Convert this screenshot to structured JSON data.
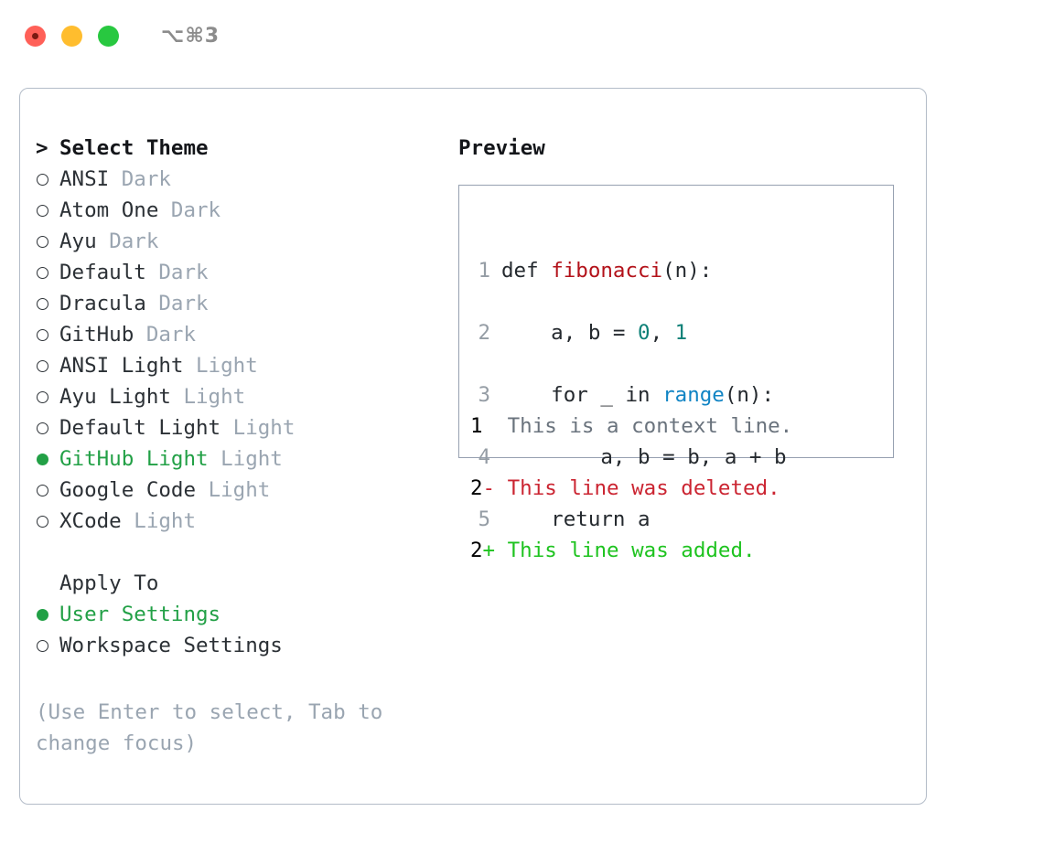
{
  "window": {
    "title": "⌥⌘3",
    "traffic_lights": [
      "close-red",
      "minimize-yellow",
      "zoom-green"
    ],
    "accent_green": "#22a046",
    "border_color": "#b3bcc8"
  },
  "theme_list": {
    "header": "Select Theme",
    "header_prefix": ">",
    "items": [
      {
        "name": "ANSI",
        "variant": "Dark",
        "selected": false
      },
      {
        "name": "Atom One",
        "variant": "Dark",
        "selected": false
      },
      {
        "name": "Ayu",
        "variant": "Dark",
        "selected": false
      },
      {
        "name": "Default",
        "variant": "Dark",
        "selected": false
      },
      {
        "name": "Dracula",
        "variant": "Dark",
        "selected": false
      },
      {
        "name": "GitHub",
        "variant": "Dark",
        "selected": false
      },
      {
        "name": "ANSI Light",
        "variant": "Light",
        "selected": false
      },
      {
        "name": "Ayu Light",
        "variant": "Light",
        "selected": false
      },
      {
        "name": "Default Light",
        "variant": "Light",
        "selected": false
      },
      {
        "name": "GitHub Light",
        "variant": "Light",
        "selected": true
      },
      {
        "name": "Google Code",
        "variant": "Light",
        "selected": false
      },
      {
        "name": "XCode",
        "variant": "Light",
        "selected": false
      }
    ]
  },
  "apply_to": {
    "header": "Apply To",
    "items": [
      {
        "name": "User Settings",
        "selected": true
      },
      {
        "name": "Workspace Settings",
        "selected": false
      }
    ]
  },
  "hint": "(Use Enter to select, Tab to change focus)",
  "preview": {
    "title": "Preview",
    "code_lines": [
      {
        "num": "1",
        "tokens": [
          {
            "t": "def ",
            "k": "plain"
          },
          {
            "t": "fibonacci",
            "k": "func"
          },
          {
            "t": "(n):",
            "k": "plain"
          }
        ]
      },
      {
        "num": "2",
        "tokens": [
          {
            "t": "    a, b = ",
            "k": "plain"
          },
          {
            "t": "0",
            "k": "num"
          },
          {
            "t": ", ",
            "k": "plain"
          },
          {
            "t": "1",
            "k": "num"
          }
        ]
      },
      {
        "num": "3",
        "tokens": [
          {
            "t": "    for _ in ",
            "k": "plain"
          },
          {
            "t": "range",
            "k": "call"
          },
          {
            "t": "(n):",
            "k": "plain"
          }
        ]
      },
      {
        "num": "4",
        "tokens": [
          {
            "t": "        a, b = b, a + b",
            "k": "plain"
          }
        ]
      },
      {
        "num": "5",
        "tokens": [
          {
            "t": "    return a",
            "k": "plain"
          }
        ]
      }
    ],
    "diff_lines": [
      {
        "num": "1",
        "marker": " ",
        "text": "This is a context line.",
        "kind": "context"
      },
      {
        "num": "2",
        "marker": "-",
        "text": "This line was deleted.",
        "kind": "deleted"
      },
      {
        "num": "2",
        "marker": "+",
        "text": "This line was added.",
        "kind": "added"
      }
    ]
  }
}
